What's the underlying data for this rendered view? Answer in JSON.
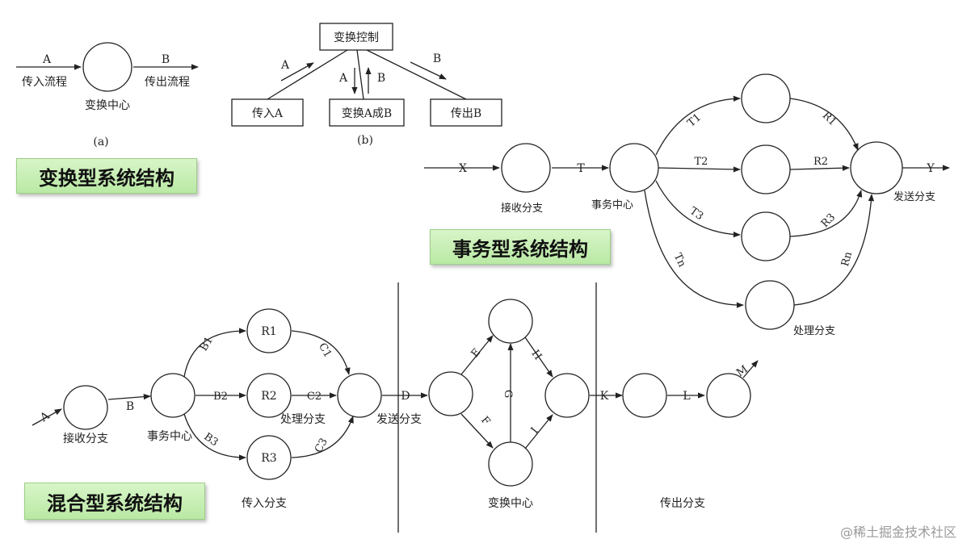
{
  "titles": {
    "transform": "变换型系统结构",
    "transaction": "事务型系统结构",
    "hybrid": "混合型系统结构"
  },
  "watermark": "@稀土掘金技术社区",
  "fig_a": {
    "in_letter": "A",
    "out_letter": "B",
    "in_label": "传入流程",
    "out_label": "传出流程",
    "center_label": "变换中心",
    "caption": "(a)"
  },
  "fig_b": {
    "control": "变换控制",
    "box_in": "传入A",
    "box_mid": "变换A成B",
    "box_out": "传出B",
    "arrow_a_left": "A",
    "arrow_a_down": "A",
    "arrow_b_up": "B",
    "arrow_b_right": "B",
    "caption": "(b)"
  },
  "transaction": {
    "input": "X",
    "t": "T",
    "output": "Y",
    "receive_label": "接收分支",
    "center_label": "事务中心",
    "send_label": "发送分支",
    "process_label": "处理分支",
    "t_labels": [
      "T1",
      "T2",
      "T3",
      "Tn"
    ],
    "r_labels": [
      "R1",
      "R2",
      "R3",
      "Rn"
    ]
  },
  "hybrid": {
    "a": "A",
    "b": "B",
    "b_labels": [
      "B1",
      "B2",
      "B3"
    ],
    "r_nodes": [
      "R1",
      "R2",
      "R3"
    ],
    "c_labels": [
      "C1",
      "C2",
      "C3"
    ],
    "d": "D",
    "e": "E",
    "f": "F",
    "g": "G",
    "h": "H",
    "i": "I",
    "k": "K",
    "l": "L",
    "m": "M",
    "receive_label": "接收分支",
    "center_label": "事务中心",
    "process_label": "处理分支",
    "send_label": "发送分支",
    "section_in": "传入分支",
    "section_transform": "变换中心",
    "section_out": "传出分支"
  }
}
